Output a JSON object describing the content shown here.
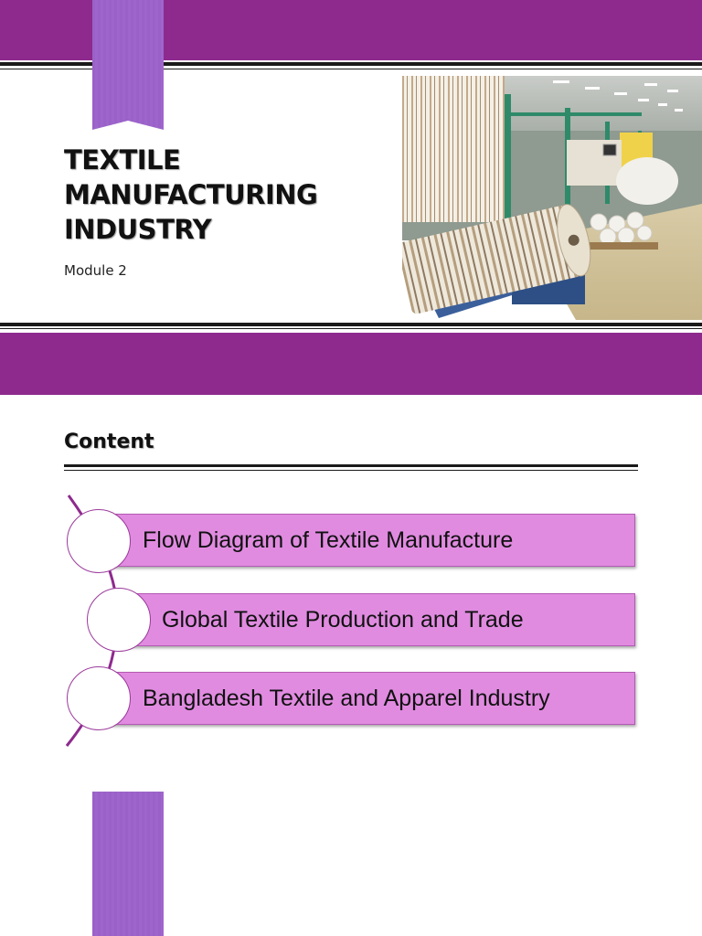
{
  "slide1": {
    "title_lines": [
      "TEXTILE",
      "MANUFACTURING",
      "INDUSTRY"
    ],
    "subtitle": "Module 2"
  },
  "slide2": {
    "heading": "Content",
    "items": [
      "Flow Diagram of Textile Manufacture",
      "Global Textile Production and Trade",
      "Bangladesh Textile and Apparel Industry"
    ]
  },
  "colors": {
    "band": "#8e2a8e",
    "ribbon": "#9a62c8",
    "item_bar": "#e08be0",
    "circle_border": "#9b3a9b"
  }
}
